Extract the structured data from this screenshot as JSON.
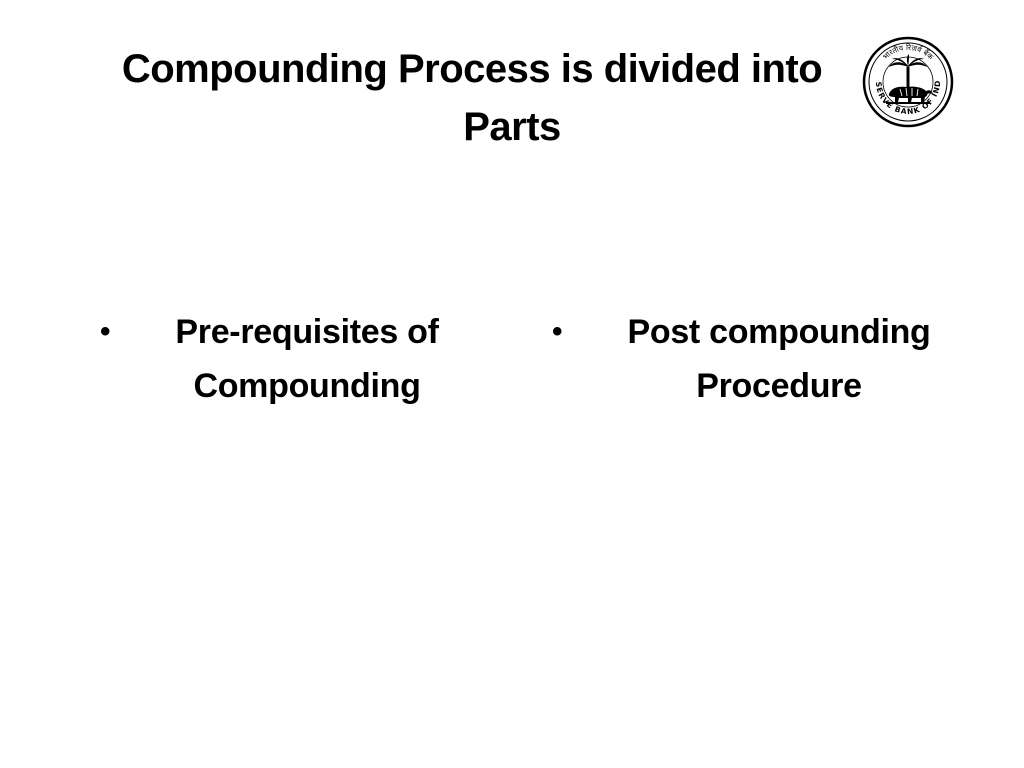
{
  "slide": {
    "title_line_1": "Compounding Process is divided into",
    "title_line_2": "Parts",
    "logo": {
      "icon": "reserve-bank-of-india-seal-icon",
      "text_outer": "RESERVE BANK OF INDIA",
      "text_hindi": "भारतीय रिज़र्व बैंक"
    },
    "bullets": [
      {
        "line_1": "Pre-requisites of",
        "line_2": "Compounding"
      },
      {
        "line_1": "Post compounding",
        "line_2": "Procedure"
      }
    ],
    "bullet_glyph": "•",
    "colors": {
      "text": "#000000",
      "background": "#ffffff"
    }
  }
}
